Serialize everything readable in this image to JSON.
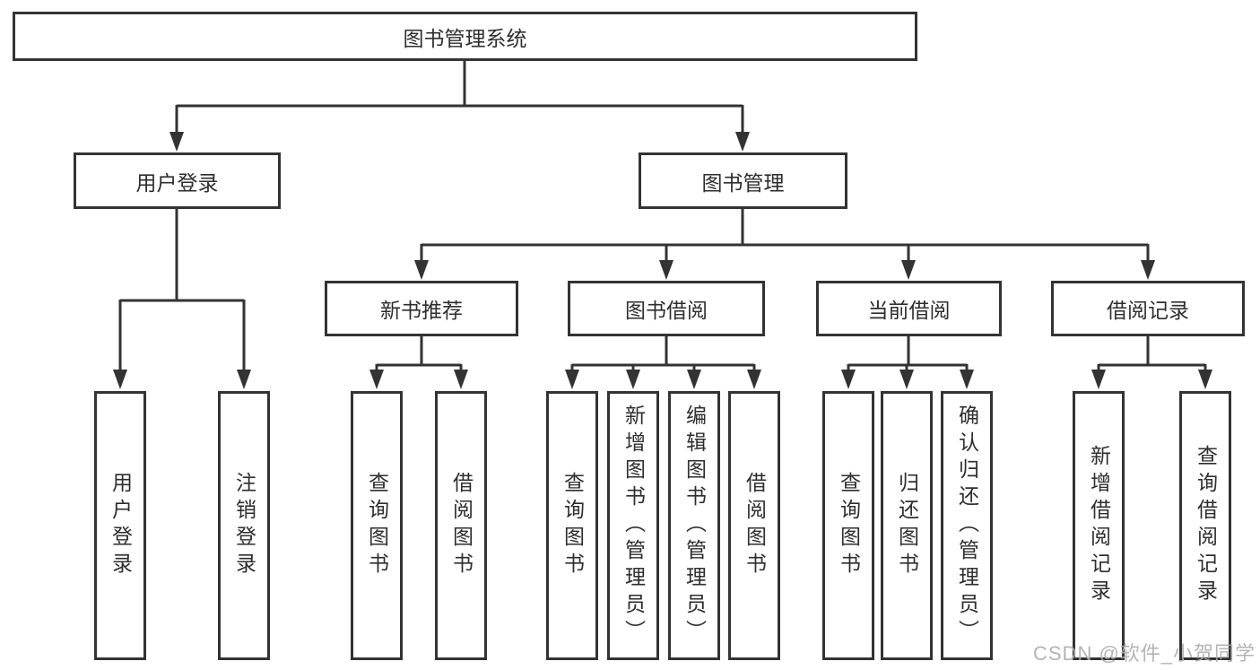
{
  "tree": {
    "root": {
      "label": "图书管理系统"
    },
    "children": [
      {
        "label": "用户登录",
        "children": [
          {
            "label": "用户登录"
          },
          {
            "label": "注销登录"
          }
        ]
      },
      {
        "label": "图书管理",
        "children": [
          {
            "label": "新书推荐",
            "children": [
              {
                "label": "查询图书"
              },
              {
                "label": "借阅图书"
              }
            ]
          },
          {
            "label": "图书借阅",
            "children": [
              {
                "label": "查询图书"
              },
              {
                "label": "新增图书（管理员）"
              },
              {
                "label": "编辑图书（管理员）"
              },
              {
                "label": "借阅图书"
              }
            ]
          },
          {
            "label": "当前借阅",
            "children": [
              {
                "label": "查询图书"
              },
              {
                "label": "归还图书"
              },
              {
                "label": "确认归还（管理员）"
              }
            ]
          },
          {
            "label": "借阅记录",
            "children": [
              {
                "label": "新增借阅记录"
              },
              {
                "label": "查询借阅记录"
              }
            ]
          }
        ]
      }
    ]
  },
  "watermark": "CSDN @软件_小贺同学",
  "colors": {
    "line": "#333333",
    "box_background": "#ffffff",
    "text": "#2e2e2e",
    "watermark": "#acacac"
  }
}
